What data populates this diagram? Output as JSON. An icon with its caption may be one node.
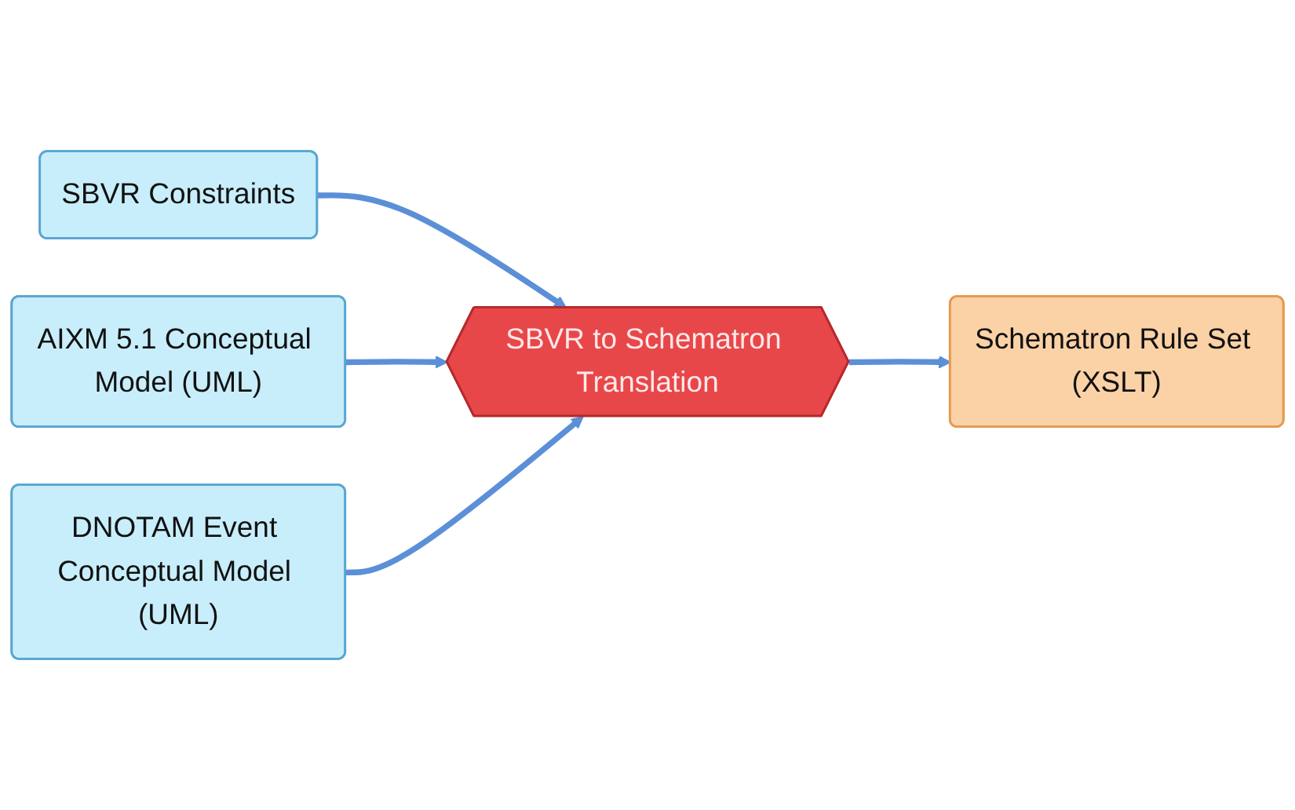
{
  "diagram": {
    "nodes": [
      {
        "text": [
          "SBVR Constraints"
        ]
      },
      {
        "text": [
          "AIXM 5.1 Conceptual Model (UML)"
        ]
      },
      {
        "text": [
          "SBVR to Schematron Translation"
        ]
      },
      {
        "text": [
          "Schematron Rule Set (XSLT)"
        ]
      },
      {
        "text": [
          "DNOTAM Event Conceptual Model (UML)"
        ]
      }
    ],
    "edges": [
      {
        "from": 0,
        "to": 2,
        "arrow": "to"
      },
      {
        "from": 1,
        "to": 2,
        "arrow": "to"
      },
      {
        "from": 4,
        "to": 2,
        "arrow": "to"
      },
      {
        "from": 2,
        "to": 3,
        "arrow": "to"
      }
    ]
  }
}
